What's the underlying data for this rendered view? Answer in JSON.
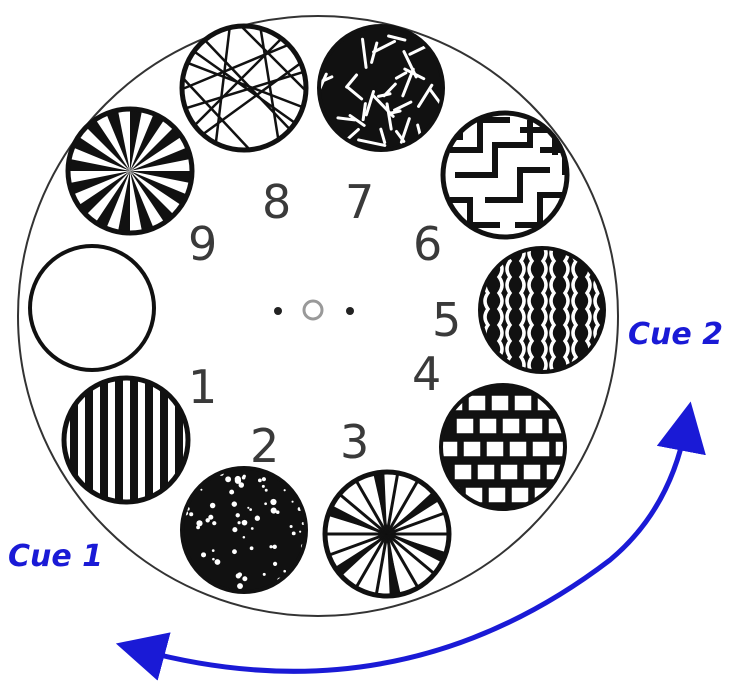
{
  "wheel": {
    "slots": [
      {
        "number": "1",
        "pattern": "vertical-bars"
      },
      {
        "number": "2",
        "pattern": "dots"
      },
      {
        "number": "3",
        "pattern": "radial-spokes"
      },
      {
        "number": "4",
        "pattern": "bricks"
      },
      {
        "number": "5",
        "pattern": "wavy-lines"
      },
      {
        "number": "6",
        "pattern": "maze"
      },
      {
        "number": "7",
        "pattern": "scratches"
      },
      {
        "number": "8",
        "pattern": "crosshatch-lines"
      },
      {
        "number": "9",
        "pattern": "sunburst"
      },
      {
        "number": "",
        "pattern": "open"
      }
    ]
  },
  "cues": {
    "cue1": "Cue 1",
    "cue2": "Cue 2"
  },
  "colors": {
    "arrow": "#1a1ad6",
    "ink": "#111111"
  }
}
